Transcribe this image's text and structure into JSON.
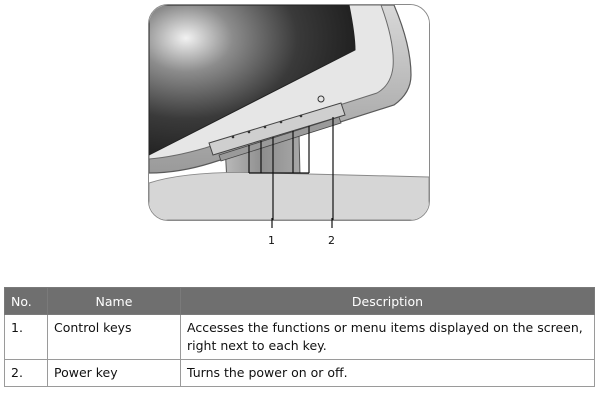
{
  "figure": {
    "callouts": [
      "1",
      "2"
    ]
  },
  "table": {
    "headers": {
      "no": "No.",
      "name": "Name",
      "description": "Description"
    },
    "rows": [
      {
        "no": "1.",
        "name": "Control keys",
        "description": "Accesses the functions or menu items displayed on the screen, right next to each key."
      },
      {
        "no": "2.",
        "name": "Power key",
        "description": "Turns the power on or off."
      }
    ]
  }
}
